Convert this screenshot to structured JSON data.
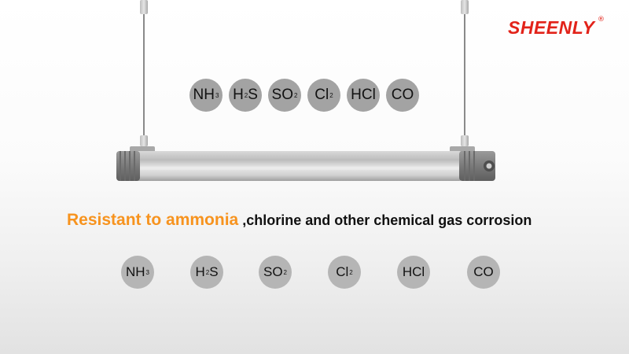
{
  "brand": {
    "name": "SHEENLY",
    "registered_mark": "®"
  },
  "gases_top": [
    {
      "label": "NH",
      "sub": "3"
    },
    {
      "label": "H",
      "sub": "2",
      "suffix": "S"
    },
    {
      "label": "SO",
      "sub": "2"
    },
    {
      "label": "Cl",
      "sub": "2"
    },
    {
      "label": "HCl",
      "sub": ""
    },
    {
      "label": "CO",
      "sub": ""
    }
  ],
  "gases_bottom": [
    {
      "label": "NH",
      "sub": "3"
    },
    {
      "label": "H",
      "sub": "2",
      "suffix": "S"
    },
    {
      "label": "SO",
      "sub": "2"
    },
    {
      "label": "Cl",
      "sub": "2"
    },
    {
      "label": "HCl",
      "sub": ""
    },
    {
      "label": "CO",
      "sub": ""
    }
  ],
  "headline": {
    "highlight": "Resistant to ammonia",
    "rest": " ,chlorine and other chemical gas corrosion"
  },
  "colors": {
    "brand_red": "#e2231a",
    "highlight_orange": "#f7931e",
    "chip_gray_top": "#a3a3a3",
    "chip_gray_bottom": "#b5b5b5"
  },
  "icons": [
    "suspended-tube-lamp"
  ]
}
